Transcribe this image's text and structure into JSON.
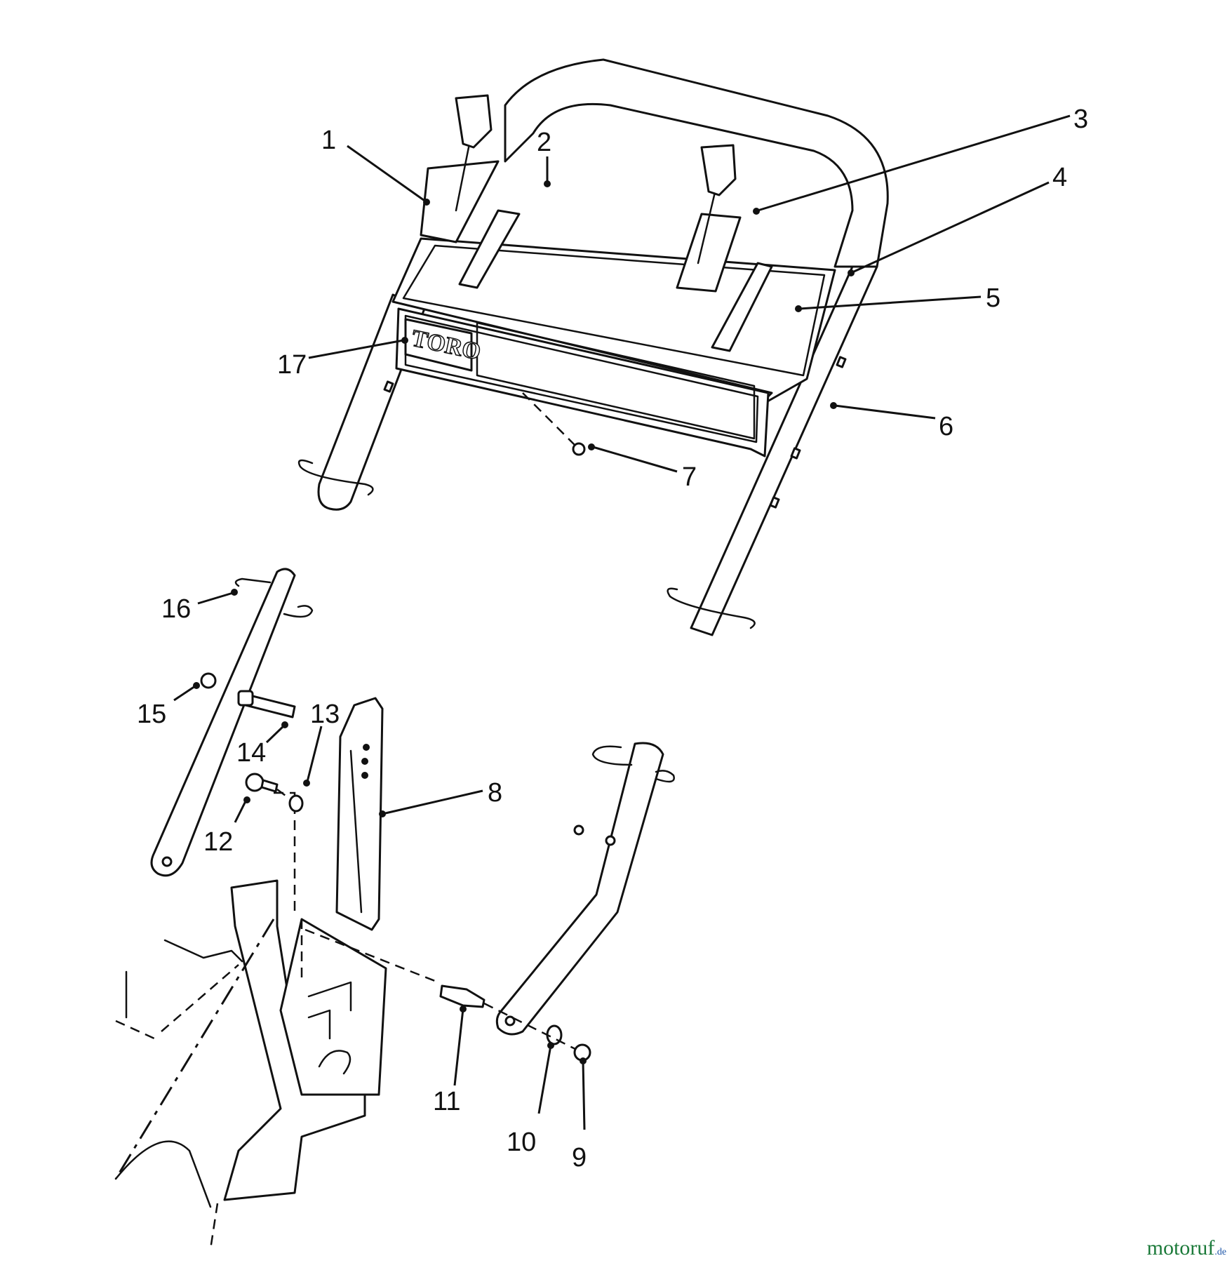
{
  "diagram": {
    "logo_text": "TORO",
    "callouts": [
      {
        "id": "1",
        "label": "1"
      },
      {
        "id": "2",
        "label": "2"
      },
      {
        "id": "3",
        "label": "3"
      },
      {
        "id": "4",
        "label": "4"
      },
      {
        "id": "5",
        "label": "5"
      },
      {
        "id": "6",
        "label": "6"
      },
      {
        "id": "7",
        "label": "7"
      },
      {
        "id": "8",
        "label": "8"
      },
      {
        "id": "9",
        "label": "9"
      },
      {
        "id": "10",
        "label": "10"
      },
      {
        "id": "11",
        "label": "11"
      },
      {
        "id": "12",
        "label": "12"
      },
      {
        "id": "13",
        "label": "13"
      },
      {
        "id": "14",
        "label": "14"
      },
      {
        "id": "15",
        "label": "15"
      },
      {
        "id": "16",
        "label": "16"
      },
      {
        "id": "17",
        "label": "17"
      }
    ]
  },
  "watermark": {
    "brand": "motoruf",
    "suffix": ".de"
  }
}
